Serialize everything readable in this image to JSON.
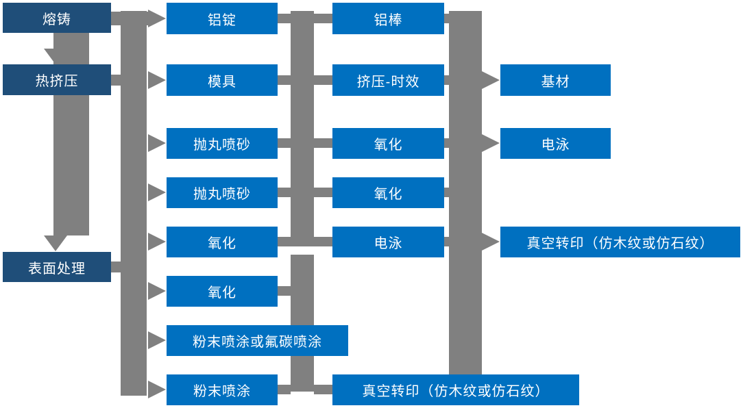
{
  "palette": {
    "stage_box": "#1f4e79",
    "process_box": "#0070c0",
    "connector": "#808080",
    "box_text": "#ffffff"
  },
  "flowchart": {
    "column1": {
      "melt_casting": "熔铸",
      "hot_extrusion": "热挤压",
      "surface_treatment": "表面处理"
    },
    "column2": {
      "aluminum_ingot": "铝锭",
      "mold": "模具",
      "shot_blasting_1": "抛丸喷砂",
      "shot_blasting_2": "抛丸喷砂",
      "oxidation_1": "氧化",
      "oxidation_2": "氧化",
      "powder_or_fluorocarbon_coating": "粉末喷涂或氟碳喷涂",
      "powder_coating": "粉末喷涂"
    },
    "column3": {
      "aluminum_rod": "铝棒",
      "extrusion_aging": "挤压-时效",
      "oxidation_1": "氧化",
      "oxidation_2": "氧化",
      "electrophoresis": "电泳",
      "vacuum_transfer": "真空转印（仿木纹或仿石纹）"
    },
    "column4": {
      "base_material": "基材",
      "electrophoresis": "电泳",
      "vacuum_transfer": "真空转印（仿木纹或仿石纹）"
    }
  }
}
